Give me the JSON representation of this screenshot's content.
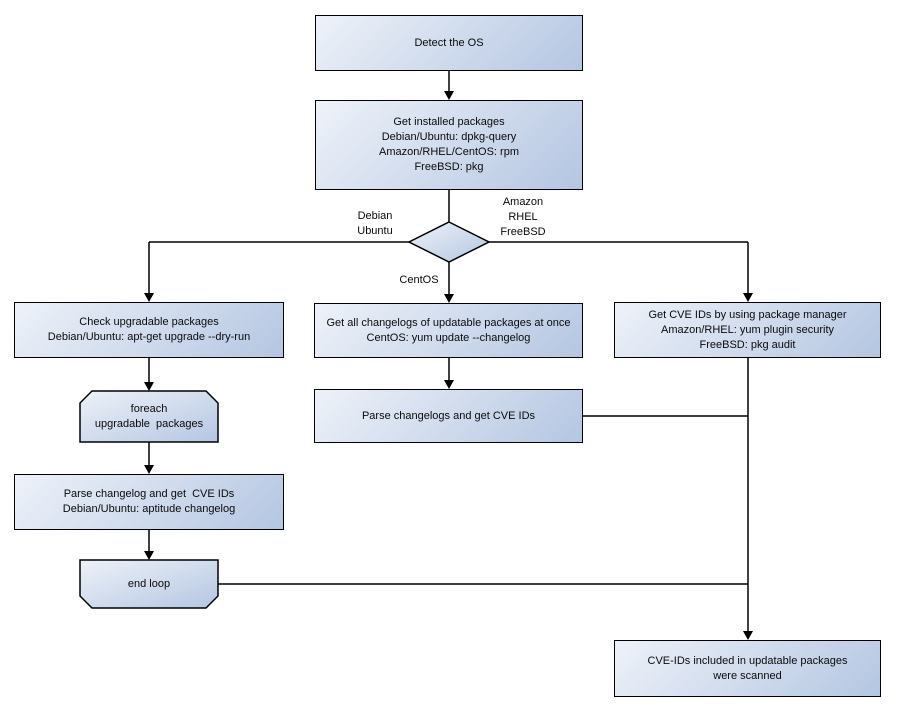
{
  "colors": {
    "node_fill_light": "#eef2f9",
    "node_fill_dark": "#b4c6e2",
    "node_border": "#000000",
    "connector": "#000000",
    "text": "#0a0a0a",
    "background": "#ffffff"
  },
  "nodes": {
    "detect_os": {
      "label": "Detect the OS"
    },
    "get_installed_packages": {
      "label": "Get installed packages\nDebian/Ubuntu: dpkg-query\nAmazon/RHEL/CentOS: rpm\nFreeBSD: pkg"
    },
    "check_upgradable_packages": {
      "label": "Check upgradable packages\nDebian/Ubuntu: apt-get upgrade --dry-run"
    },
    "foreach_loop_start": {
      "label": "foreach\nupgradable  packages"
    },
    "parse_changelog_debian": {
      "label": "Parse changelog and get  CVE IDs\nDebian/Ubuntu: aptitude changelog"
    },
    "end_loop": {
      "label": "end loop"
    },
    "get_all_changelogs": {
      "label": "Get all changelogs of updatable packages at once\nCentOS: yum update --changelog"
    },
    "parse_changelogs_centos": {
      "label": "Parse changelogs and get CVE IDs"
    },
    "get_cve_ids_pkg_manager": {
      "label": "Get CVE IDs by using package manager\nAmazon/RHEL: yum plugin security\nFreeBSD: pkg audit"
    },
    "cve_ids_scanned": {
      "label": "CVE-IDs included in updatable packages\nwere scanned"
    }
  },
  "edge_labels": {
    "debian_ubuntu": "Debian\nUbuntu",
    "amazon_rhel_freebsd": "Amazon\nRHEL\nFreeBSD",
    "centos": "CentOS"
  }
}
